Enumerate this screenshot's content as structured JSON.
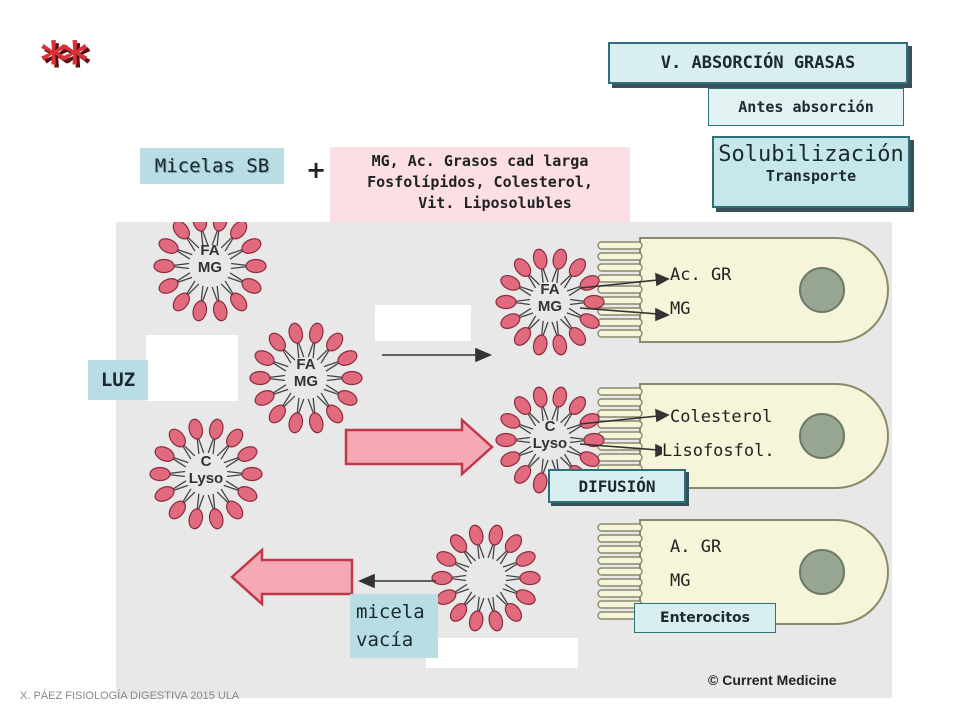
{
  "stars": "**",
  "title": "V. ABSORCIÓN GRASAS",
  "subtitle": "Antes absorción",
  "solubilizacion": {
    "line1": "Solubilización",
    "line2": "Transporte"
  },
  "micelas": "Micelas SB",
  "plus": "+",
  "components": [
    "MG, Ac. Grasos cad larga",
    "Fosfolípidos, Colesterol,",
    "Vit. Liposolubles"
  ],
  "luz": "LUZ",
  "micelle_labels": {
    "fa": "FA",
    "mg": "MG",
    "c": "C",
    "lyso": "Lyso"
  },
  "cell_labels": {
    "top": [
      "Ac. GR",
      "MG"
    ],
    "middle": [
      "Colesterol",
      "Lisofosfol."
    ],
    "bottom": [
      "A. GR",
      "MG"
    ]
  },
  "difusion": "DIFUSIÓN",
  "micela_vacia": [
    "micela",
    "vacía"
  ],
  "enterocitos": "Enterocitos",
  "credit": "© Current Medicine",
  "footer": "X. PÁEZ   FISIOLOGÍA DIGESTIVA 2015  ULA",
  "colors": {
    "panel": "#e8e8e8",
    "cell": "#f6f4d9",
    "nucleus": "#97a793",
    "petal": "#e26a7e",
    "arrow_fill": "#f4a9b4",
    "arrow_stroke": "#c0384a",
    "label_box": "#b8dde3"
  }
}
